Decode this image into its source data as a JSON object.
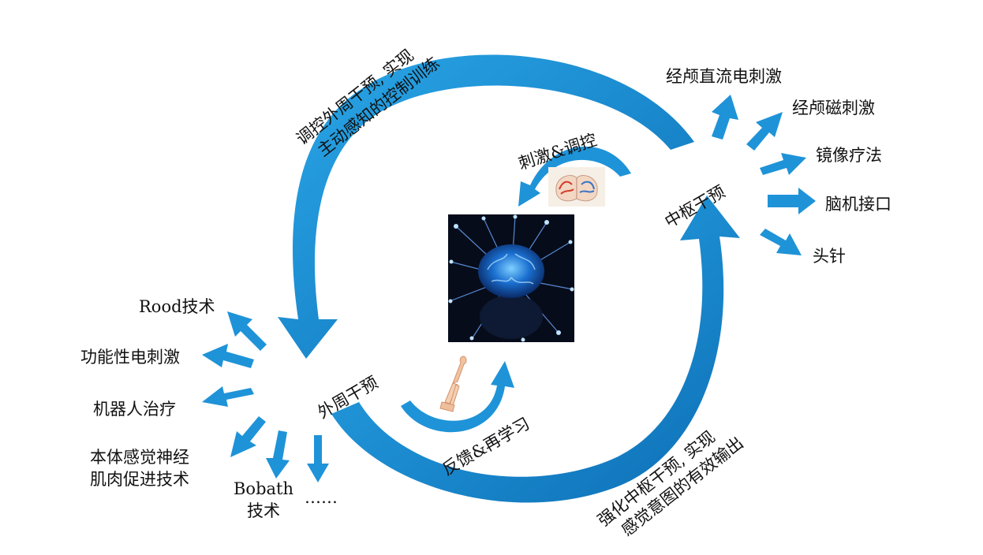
{
  "colors": {
    "arrow_blue": "#1a8fd6",
    "arrow_blue_light": "#2aa7e8",
    "arrow_blue_dark": "#0d5f9e",
    "text": "#111111"
  },
  "nodes": {
    "central": "中枢干预",
    "peripheral": "外周干预"
  },
  "cycle_labels": {
    "top_left_line1": "调控外周干预, 实现",
    "top_left_line2": "主动感知的控制训练",
    "bottom_right_line1": "强化中枢干预, 实现",
    "bottom_right_line2": "感觉意图的有效输出"
  },
  "inner_labels": {
    "stimulate": "刺激&调控",
    "feedback": "反馈&再学习"
  },
  "central_methods": [
    "经颅直流电刺激",
    "经颅磁刺激",
    "镜像疗法",
    "脑机接口",
    "头针"
  ],
  "peripheral_methods": {
    "rood": "Rood技术",
    "fes": "功能性电刺激",
    "robot": "机器人治疗",
    "pnf_line1": "本体感觉神经",
    "pnf_line2": "肌肉促进技术",
    "bobath_line1": "Bobath",
    "bobath_line2": "技术",
    "more": "……"
  },
  "icons": {
    "center_image": "brain-network-icon",
    "top_image": "brain-cross-section-icon",
    "bottom_image": "arm-skeleton-icon"
  }
}
